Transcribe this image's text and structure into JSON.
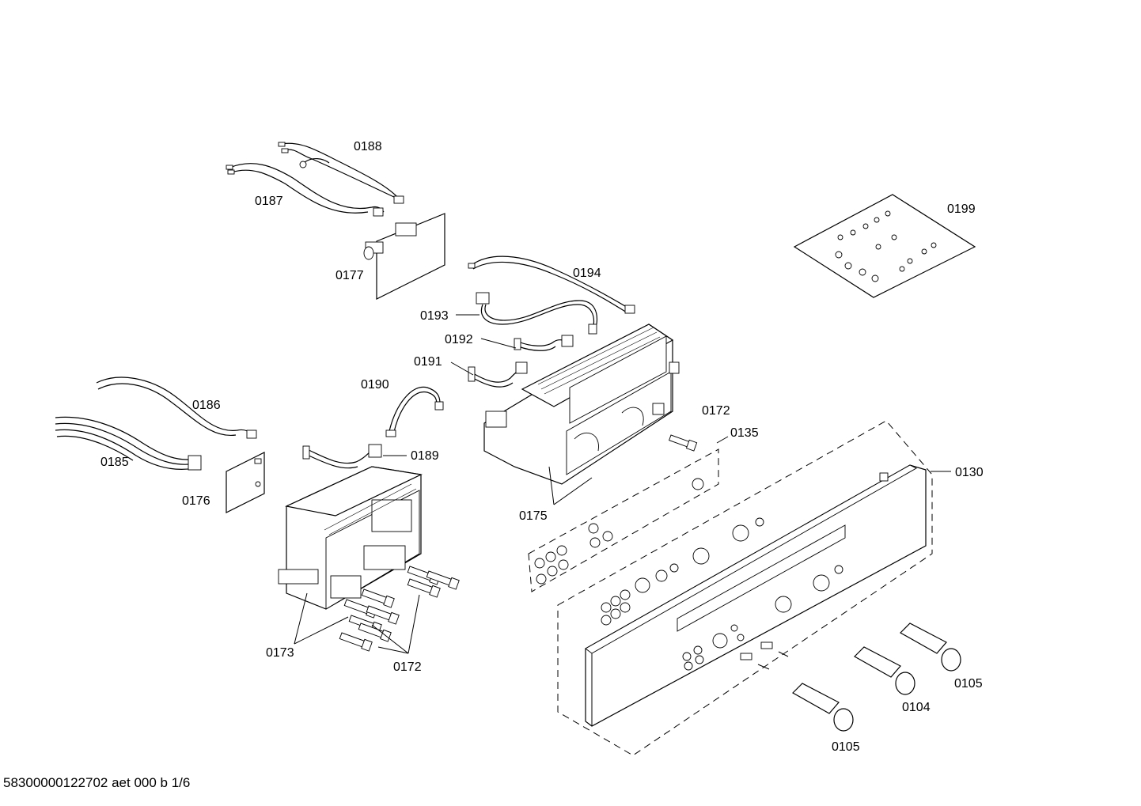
{
  "labels": {
    "l0188": "0188",
    "l0187": "0187",
    "l0177": "0177",
    "l0194": "0194",
    "l0193": "0193",
    "l0192": "0192",
    "l0191": "0191",
    "l0190": "0190",
    "l0186": "0186",
    "l0185": "0185",
    "l0176": "0176",
    "l0189": "0189",
    "l0172a": "0172",
    "l0135": "0135",
    "l0175": "0175",
    "l0130": "0130",
    "l0199": "0199",
    "l0173": "0173",
    "l0172b": "0172",
    "l0105a": "0105",
    "l0104": "0104",
    "l0105b": "0105"
  },
  "footer": "58300000122702 aet 000 b 1/6"
}
